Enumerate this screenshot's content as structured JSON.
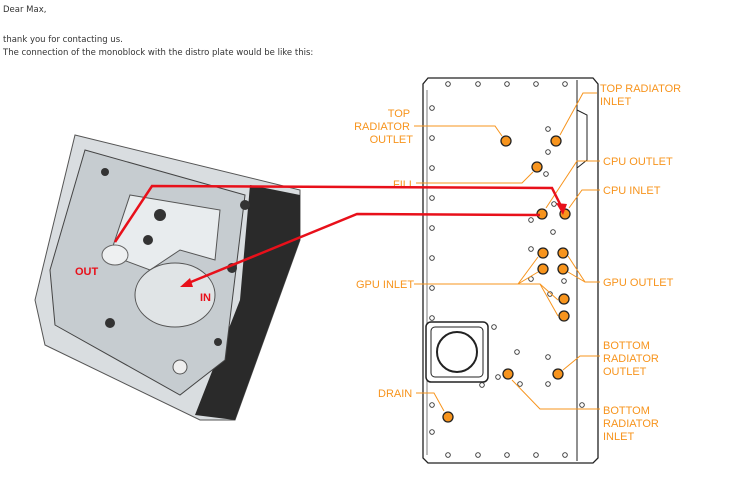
{
  "email": {
    "greeting": "Dear Max,",
    "line1": "thank you for contacting us.",
    "line2": "The connection of the monoblock with the distro plate would be like this:"
  },
  "diagram": {
    "monoblock_labels": {
      "out": "OUT",
      "in": "IN"
    },
    "labels": {
      "top_radiator_outlet": [
        "TOP",
        "RADIATOR",
        "OUTLET"
      ],
      "top_radiator_inlet": [
        "TOP RADIATOR",
        "INLET"
      ],
      "fill": "FILL",
      "cpu_outlet": "CPU OUTLET",
      "cpu_inlet": "CPU INLET",
      "gpu_inlet": "GPU INLET",
      "gpu_outlet": "GPU OUTLET",
      "bottom_radiator_outlet": [
        "BOTTOM",
        "RADIATOR",
        "OUTLET"
      ],
      "drain": "DRAIN",
      "bottom_radiator_inlet": [
        "BOTTOM",
        "RADIATOR",
        "INLET"
      ]
    },
    "colors": {
      "label": "#f7941d",
      "arrow": "#e8101a"
    }
  }
}
